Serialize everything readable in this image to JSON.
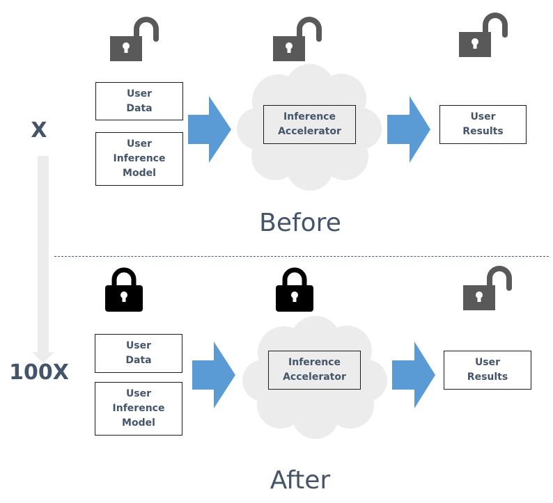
{
  "scale": {
    "top_label": "X",
    "bottom_label": "100X"
  },
  "colors": {
    "label_text": "#44546a",
    "arrow_blue": "#5b9bd5",
    "cloud_gray": "#ececec",
    "lock_unlocked": "#595959",
    "lock_locked": "#000000",
    "scale_arrow": "#ececec"
  },
  "before": {
    "caption": "Before",
    "user_data": "User\nData",
    "user_model": "User\nInference\nModel",
    "accelerator": "Inference\nAccelerator",
    "results": "User\nResults",
    "locks": [
      "unlocked",
      "unlocked",
      "unlocked"
    ]
  },
  "after": {
    "caption": "After",
    "user_data": "User\nData",
    "user_model": "User\nInference\nModel",
    "accelerator": "Inference\nAccelerator",
    "results": "User\nResults",
    "locks": [
      "locked",
      "locked",
      "unlocked"
    ]
  }
}
